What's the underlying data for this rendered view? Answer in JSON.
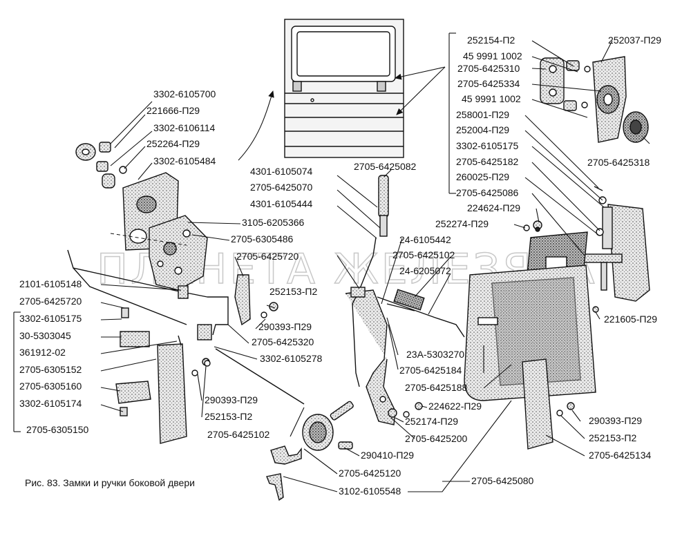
{
  "caption": "Рис. 83. Замки и ручки боковой двери",
  "watermark": "ПЛАНЕТА ЖЕЛЕЗЯКА",
  "labels": [
    "3302-6105700",
    "221666-П29",
    "3302-6106114",
    "252264-П29",
    "3302-6105484",
    "4301-6105074",
    "2705-6425070",
    "4301-6105444",
    "3105-6205366",
    "2705-6305486",
    "2705-6425720",
    "2101-6105148",
    "2705-6425720",
    "3302-6105175",
    "30-5303045",
    "361912-02",
    "2705-6305152",
    "2705-6305160",
    "3302-6105174",
    "2705-6305150",
    "252153-П2",
    "290393-П29",
    "2705-6425320",
    "3302-6105278",
    "290393-П29",
    "252153-П2",
    "2705-6425102",
    "2705-6425082",
    "24-6105442",
    "2705-6425102",
    "24-6205072",
    "23А-5303270",
    "2705-6425184",
    "2705-6425188",
    "224622-П29",
    "252174-П29",
    "2705-6425200",
    "290410-П29",
    "2705-6425120",
    "3102-6105548",
    "2705-6425080",
    "252154-П2",
    "45 9991 1002",
    "2705-6425310",
    "2705-6425334",
    "45 9991 1002",
    "252037-П29",
    "258001-П29",
    "252004-П29",
    "3302-6105175",
    "2705-6425182",
    "260025-П29",
    "2705-6425086",
    "224624-П29",
    "252274-П29",
    "2705-6425318",
    "221605-П29",
    "290393-П29",
    "252153-П2",
    "2705-6425134"
  ]
}
